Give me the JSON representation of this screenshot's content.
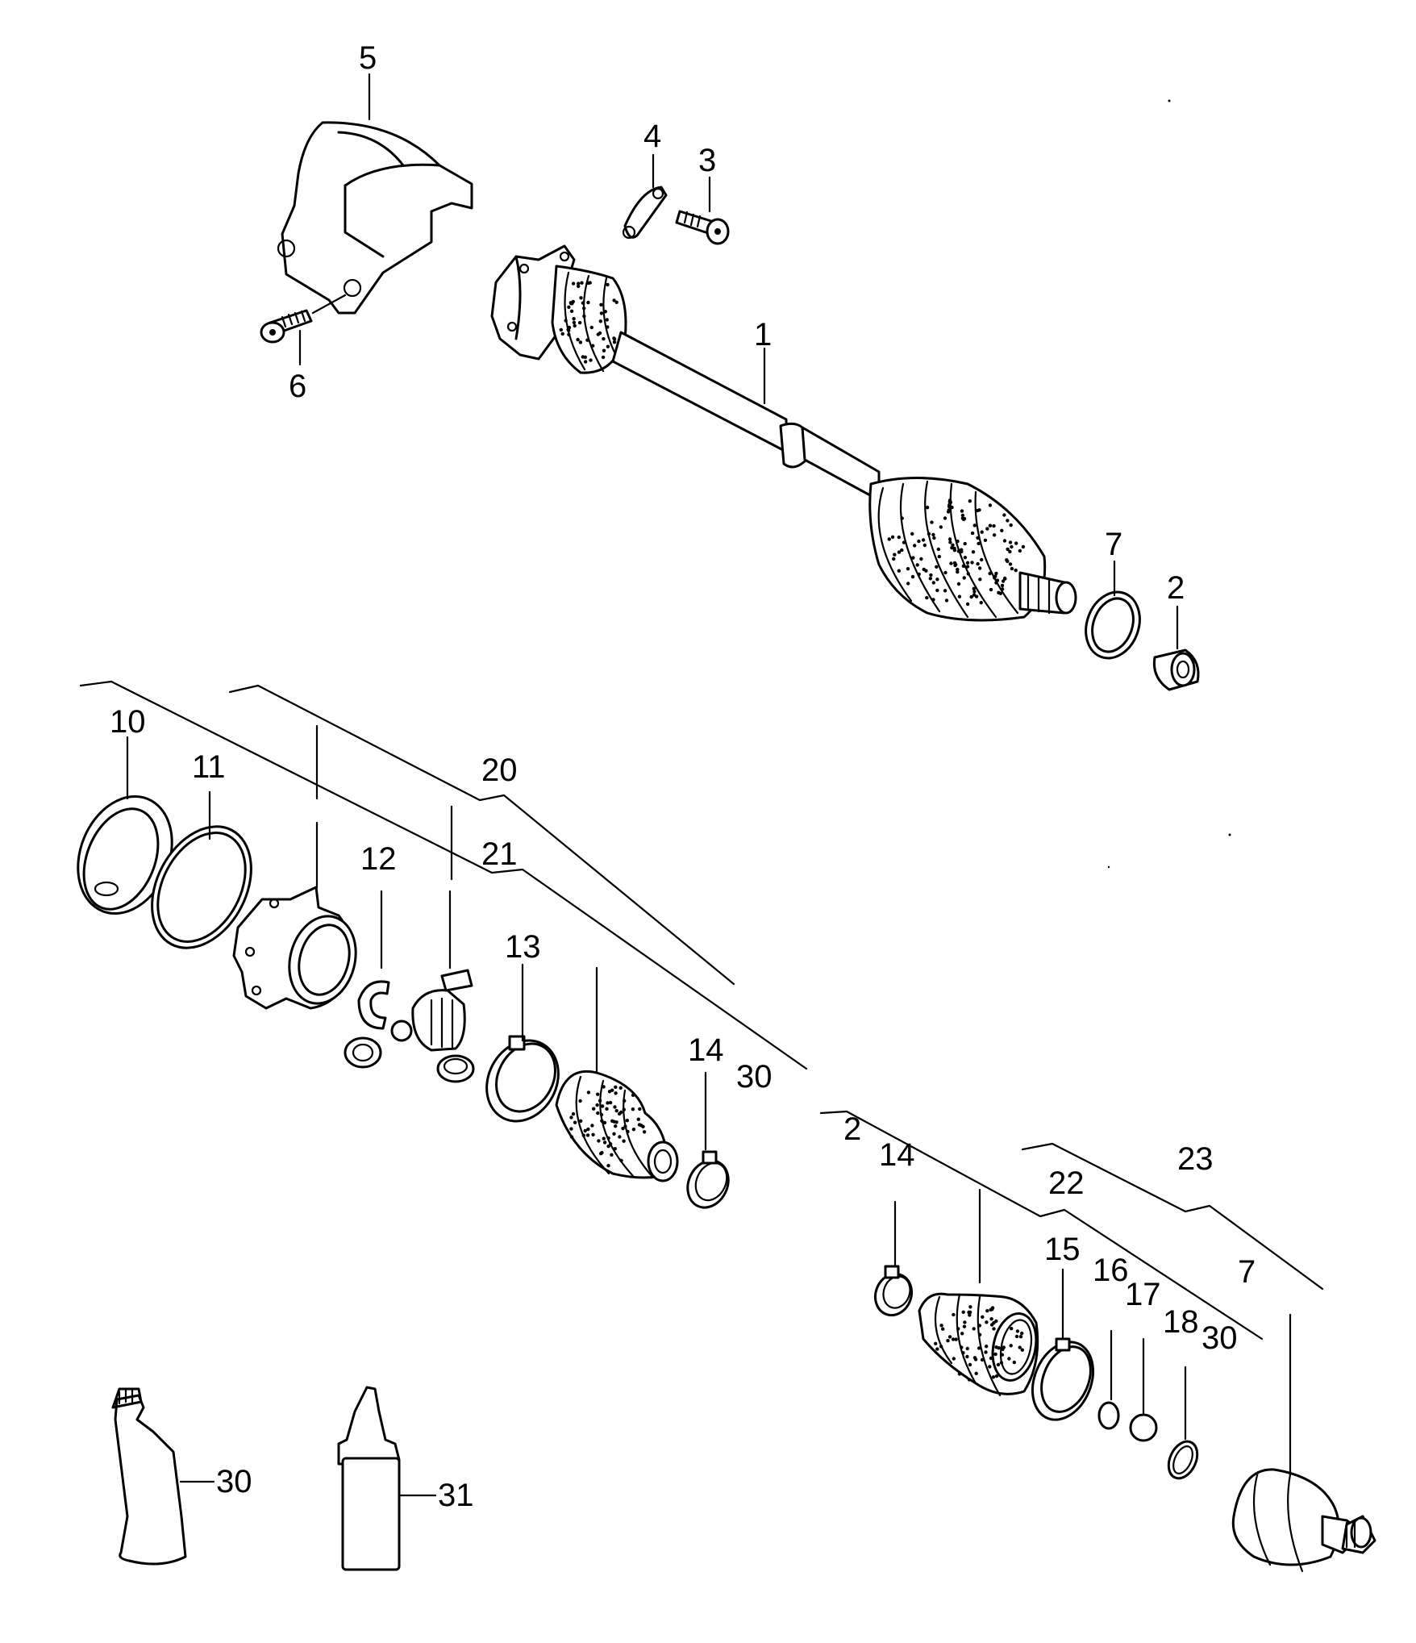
{
  "diagram": {
    "callouts": {
      "c1": "1",
      "c2_top": "2",
      "c3": "3",
      "c4": "4",
      "c5": "5",
      "c6": "6",
      "c7_top": "7",
      "c10": "10",
      "c11": "11",
      "c12": "12",
      "c13": "13",
      "c14_left": "14",
      "c20": "20",
      "c21": "21",
      "c30_mid": "30",
      "c2_right": "2",
      "c14_right": "14",
      "c15": "15",
      "c16": "16",
      "c17": "17",
      "c18": "18",
      "c22": "22",
      "c23": "23",
      "c7_right": "7",
      "c30_right": "30",
      "c30_tube": "30",
      "c31_bottle": "31"
    }
  }
}
